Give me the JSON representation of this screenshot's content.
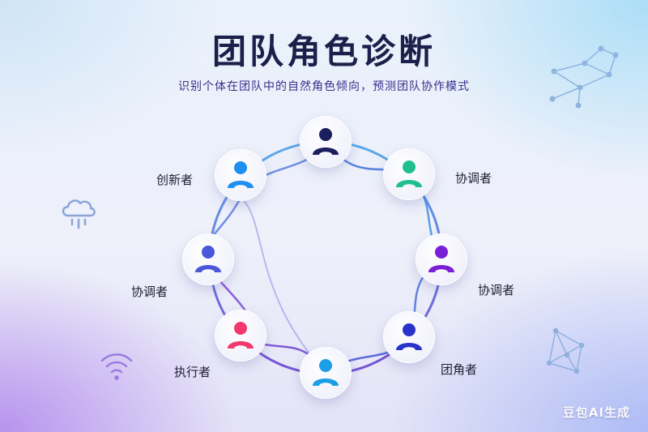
{
  "header": {
    "title": "团队角色诊断",
    "subtitle": "识别个体在团队中的自然角色倾向，预测团队协作模式"
  },
  "roles": [
    {
      "id": "top",
      "color": "#1b1f5e"
    },
    {
      "id": "top-right",
      "label": "协调者",
      "color": "#1fbf8f"
    },
    {
      "id": "right",
      "label": "协调者",
      "color": "#7b1fd6"
    },
    {
      "id": "bottom-right",
      "label": "团角者",
      "color": "#2a33c9"
    },
    {
      "id": "bottom",
      "color": "#1c9ee6"
    },
    {
      "id": "bottom-left",
      "label": "执行者",
      "color": "#f2386d"
    },
    {
      "id": "left",
      "label": "协调者",
      "color": "#4b57d9"
    },
    {
      "id": "top-left",
      "label": "创新者",
      "color": "#1f8ff0"
    }
  ],
  "decor": {
    "cloud_icon": "cloud-rain-icon",
    "wifi_icon": "wifi-icon",
    "network_icon": "network-graph-icon"
  },
  "watermark": "豆包AI生成"
}
